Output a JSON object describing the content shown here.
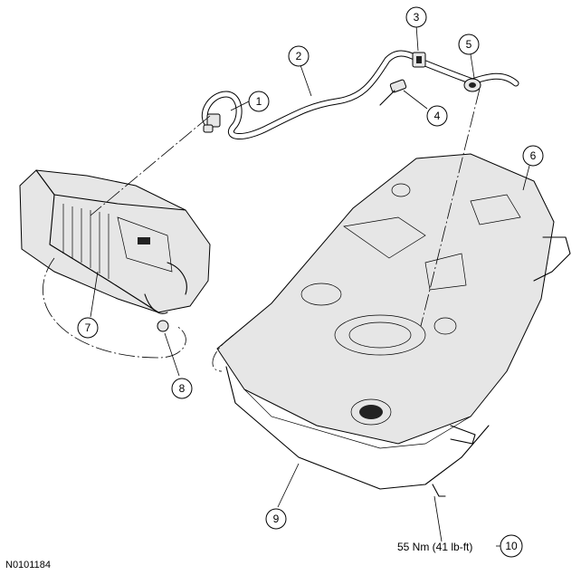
{
  "callouts": [
    {
      "id": "1",
      "label": "1"
    },
    {
      "id": "2",
      "label": "2"
    },
    {
      "id": "3",
      "label": "3"
    },
    {
      "id": "4",
      "label": "4"
    },
    {
      "id": "5",
      "label": "5"
    },
    {
      "id": "6",
      "label": "6"
    },
    {
      "id": "7",
      "label": "7"
    },
    {
      "id": "8",
      "label": "8"
    },
    {
      "id": "9",
      "label": "9"
    },
    {
      "id": "10",
      "label": "10"
    }
  ],
  "torque_spec": "55 Nm (41 lb-ft)",
  "figure_id": "N0101184"
}
